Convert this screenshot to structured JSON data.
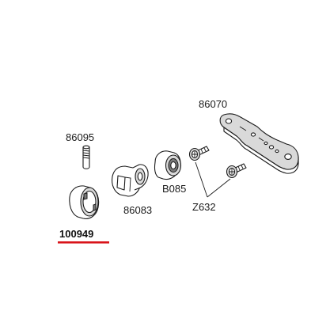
{
  "labels": {
    "part_86095": "86095",
    "part_100949": "100949",
    "part_86083": "86083",
    "part_B085": "B085",
    "part_86070": "86070",
    "part_Z632": "Z632"
  },
  "highlight": {
    "part": "100949",
    "underline_color": "#d9141a"
  }
}
